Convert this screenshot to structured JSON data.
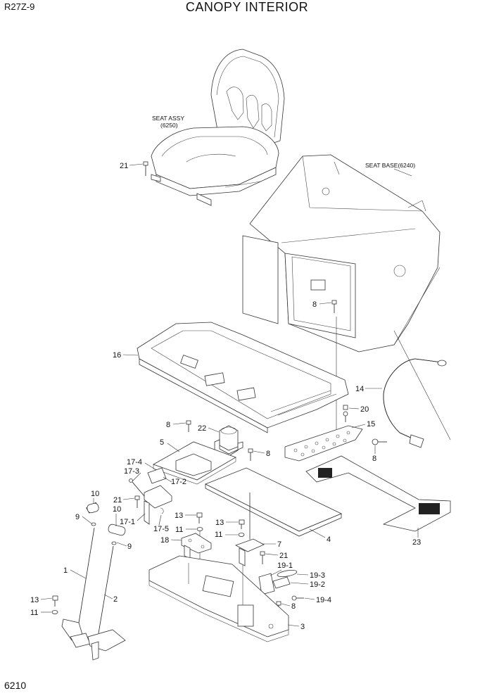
{
  "header": {
    "model": "R27Z-9",
    "title": "CANOPY INTERIOR",
    "page_number": "6210"
  },
  "notes": {
    "seat_assy": "SEAT ASSY",
    "seat_assy_ref": "(6250)",
    "seat_base": "SEAT BASE(6240)"
  },
  "callouts": {
    "c1": "1",
    "c2": "2",
    "c3": "3",
    "c4": "4",
    "c5": "5",
    "c7": "7",
    "c8a": "8",
    "c8b": "8",
    "c8c": "8",
    "c8d": "8",
    "c8e": "8",
    "c9a": "9",
    "c9b": "9",
    "c10a": "10",
    "c10b": "10",
    "c11a": "11",
    "c11b": "11",
    "c11c": "11",
    "c13a": "13",
    "c13b": "13",
    "c13c": "13",
    "c14": "14",
    "c15": "15",
    "c16": "16",
    "c17_1": "17-1",
    "c17_2": "17-2",
    "c17_3": "17-3",
    "c17_4": "17-4",
    "c17_5": "17-5",
    "c18": "18",
    "c19_1": "19-1",
    "c19_2": "19-2",
    "c19_3": "19-3",
    "c19_4": "19-4",
    "c20": "20",
    "c21a": "21",
    "c21b": "21",
    "c21c": "21",
    "c22": "22",
    "c23": "23"
  }
}
